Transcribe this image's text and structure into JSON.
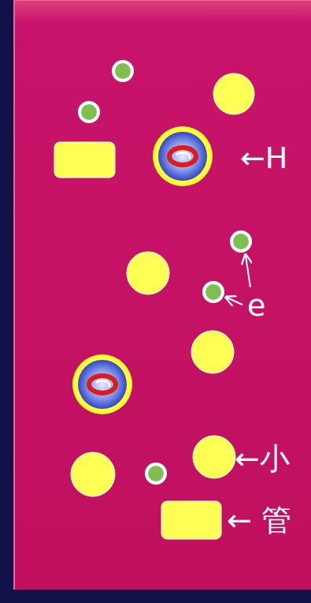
{
  "diagram": {
    "labels": [
      "←H",
      "e",
      "←小",
      "← 管"
    ]
  }
}
